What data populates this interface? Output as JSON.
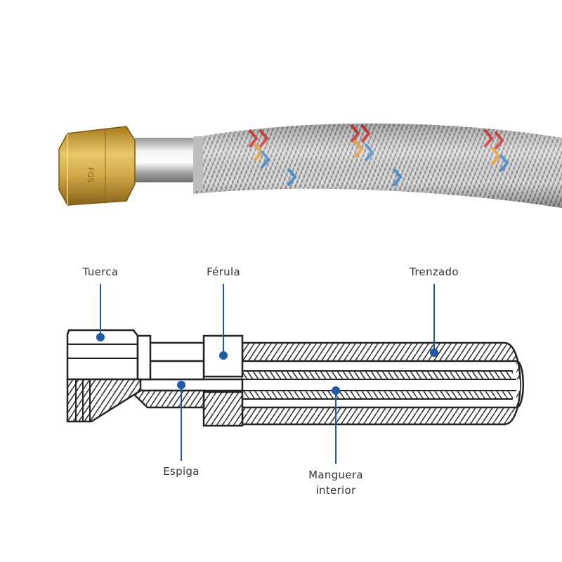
{
  "photo": {
    "description_icon": "braided-hose-photo",
    "colors": {
      "brass": "#c9a23a",
      "braid": "#c9c9c9",
      "stripe_red": "#e03a3a",
      "stripe_orange": "#f0a030",
      "stripe_blue": "#4a90d0"
    }
  },
  "diagram": {
    "accent_color": "#1f5aa6",
    "outline_color": "#222222",
    "labels": {
      "tuerca": "Tuerca",
      "ferula": "Férula",
      "trenzado": "Trenzado",
      "espiga": "Espiga",
      "manguera_line1": "Manguera",
      "manguera_line2": "interior"
    }
  }
}
